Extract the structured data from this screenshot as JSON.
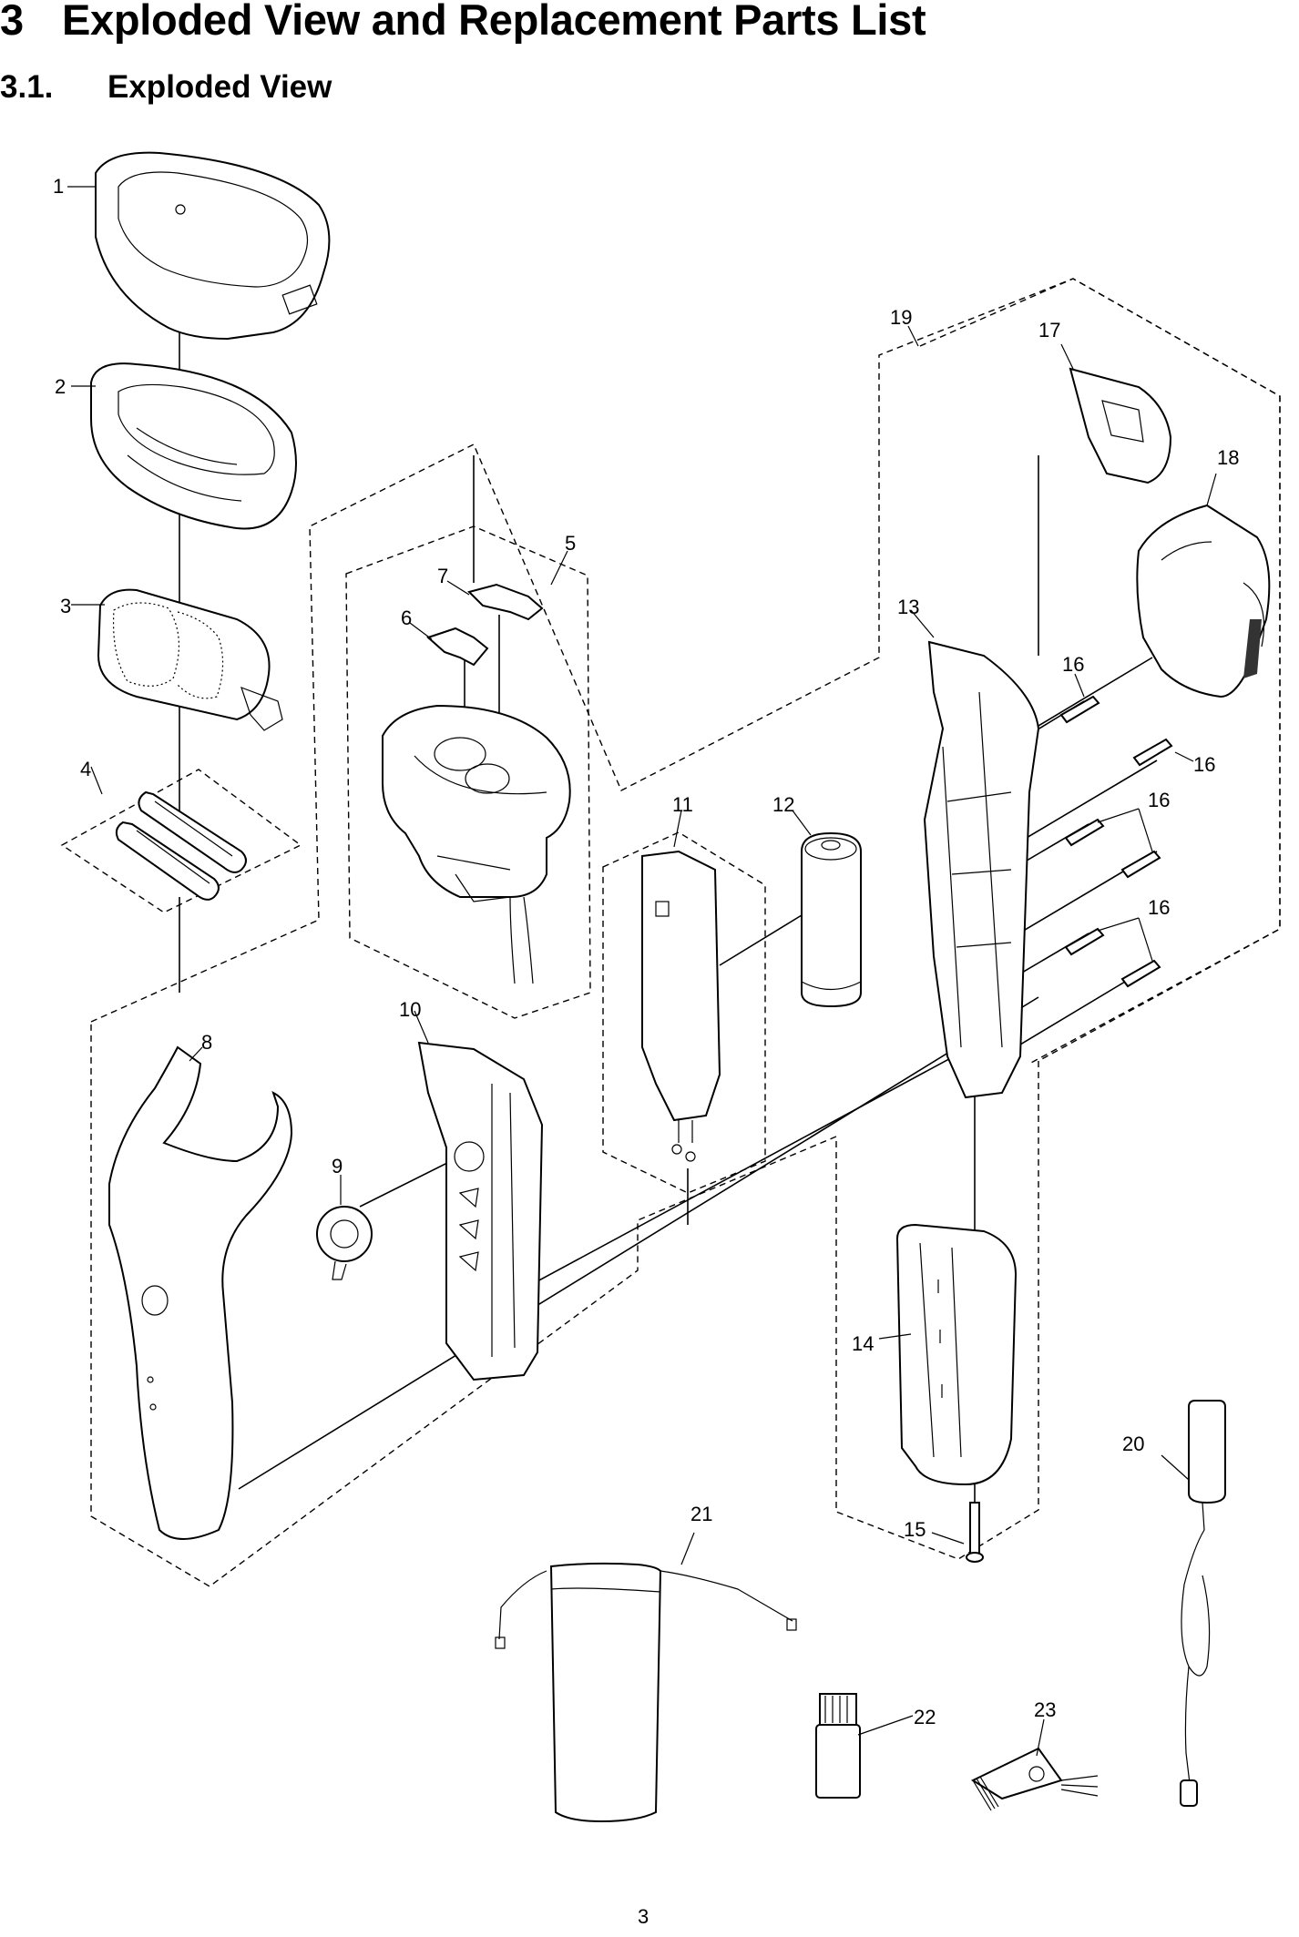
{
  "header": {
    "section_number": "3",
    "section_title": "Exploded View and Replacement Parts List",
    "subsection_number": "3.1.",
    "subsection_title": "Exploded View"
  },
  "parts": {
    "p1": "1",
    "p2": "2",
    "p3": "3",
    "p4": "4",
    "p5": "5",
    "p6": "6",
    "p7": "7",
    "p8": "8",
    "p9": "9",
    "p10": "10",
    "p11": "11",
    "p12": "12",
    "p13": "13",
    "p14": "14",
    "p15": "15",
    "p16a": "16",
    "p16b": "16",
    "p16c": "16",
    "p16d": "16",
    "p17": "17",
    "p18": "18",
    "p19": "19",
    "p20": "20",
    "p21": "21",
    "p22": "22",
    "p23": "23"
  },
  "footer": {
    "page_number": "3"
  }
}
